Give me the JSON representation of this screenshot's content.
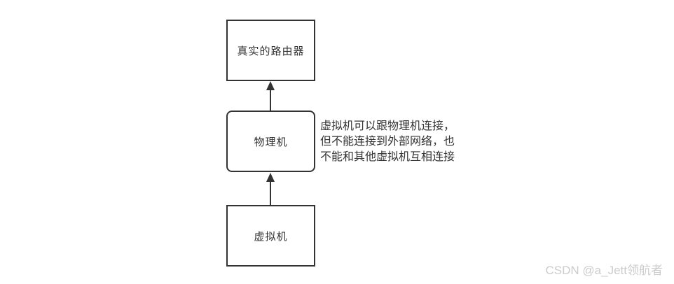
{
  "diagram": {
    "nodes": [
      {
        "id": "real-router",
        "label": "真实的路由器"
      },
      {
        "id": "physical-machine",
        "label": "物理机"
      },
      {
        "id": "virtual-machine",
        "label": "虚拟机"
      }
    ],
    "connections": [
      {
        "from": "physical-machine",
        "to": "real-router",
        "direction": "up"
      },
      {
        "from": "virtual-machine",
        "to": "physical-machine",
        "direction": "up"
      }
    ],
    "annotation": {
      "lines": [
        "虚拟机可以跟物理机连接，",
        "但不能连接到外部网络，也",
        "不能和其他虚拟机互相连接"
      ]
    },
    "colors": {
      "border": "#333333",
      "text": "#333333",
      "background": "#ffffff",
      "watermark": "#cccccc"
    }
  },
  "watermark": {
    "text": "CSDN @a_Jett领航者"
  }
}
